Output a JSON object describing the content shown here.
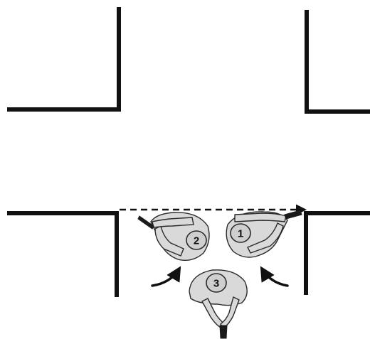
{
  "members": [
    {
      "id": "member-1",
      "number": "1"
    },
    {
      "id": "member-2",
      "number": "2"
    },
    {
      "id": "member-3",
      "number": "3"
    }
  ]
}
